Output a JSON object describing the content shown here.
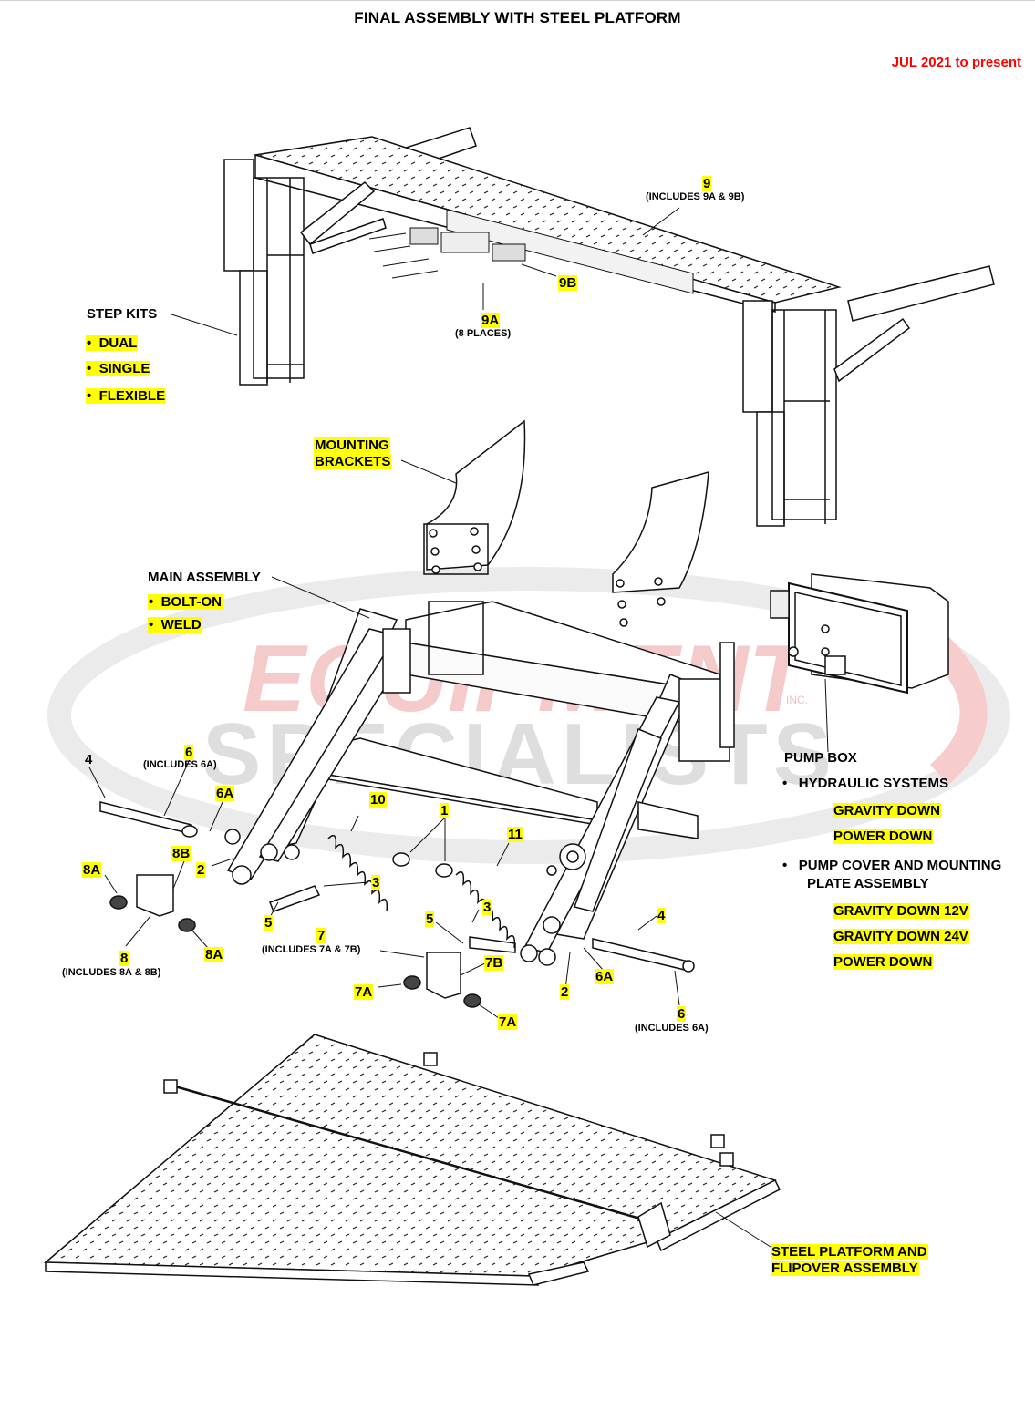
{
  "title": "FINAL ASSEMBLY WITH STEEL PLATFORM",
  "date_range": "JUL 2021 to present",
  "watermark": {
    "line1": "EQUIPMENT",
    "line2": "SPECIALISTS",
    "inc": "INC."
  },
  "colors": {
    "highlight": "#ffff00",
    "date": "#ff0000",
    "watermark_red": "#f3c4c4",
    "watermark_gray": "#d9d9d9"
  },
  "step_kits": {
    "label": "STEP KITS",
    "items": [
      "DUAL",
      "SINGLE",
      "FLEXIBLE"
    ]
  },
  "mounting_brackets": {
    "line1": "MOUNTING",
    "line2": "BRACKETS"
  },
  "main_assembly": {
    "label": "MAIN ASSEMBLY",
    "items": [
      "BOLT-ON",
      "WELD"
    ]
  },
  "pump_box": {
    "label": "PUMP BOX",
    "hydraulic": "HYDRAULIC SYSTEMS",
    "hydraulic_items": [
      "GRAVITY DOWN",
      "POWER DOWN"
    ],
    "cover_line1": "PUMP COVER AND MOUNTING",
    "cover_line2": "PLATE ASSEMBLY",
    "cover_items": [
      "GRAVITY DOWN 12V",
      "GRAVITY DOWN 24V",
      "POWER DOWN"
    ]
  },
  "platform": {
    "line1": "STEEL PLATFORM AND",
    "line2": "FLIPOVER ASSEMBLY"
  },
  "callouts": {
    "n9": "9",
    "n9_sub": "(INCLUDES 9A & 9B)",
    "n9b": "9B",
    "n9a": "9A",
    "n9a_sub": "(8 PLACES)",
    "n6_left": "6",
    "n6_left_sub": "(INCLUDES 6A)",
    "n4_left": "4",
    "n6a_left": "6A",
    "n10": "10",
    "n1": "1",
    "n11": "11",
    "n8b": "8B",
    "n2_left": "2",
    "n8a_left": "8A",
    "n3_left": "3",
    "n3_right": "3",
    "n4_right": "4",
    "n5_left": "5",
    "n5_right": "5",
    "n8": "8",
    "n8_sub": "(INCLUDES 8A & 8B)",
    "n8a_right": "8A",
    "n7": "7",
    "n7_sub": "(INCLUDES 7A & 7B)",
    "n7b": "7B",
    "n7a_left": "7A",
    "n2_right": "2",
    "n6a_right": "6A",
    "n7a_right": "7A",
    "n6_right": "6",
    "n6_right_sub": "(INCLUDES 6A)"
  }
}
